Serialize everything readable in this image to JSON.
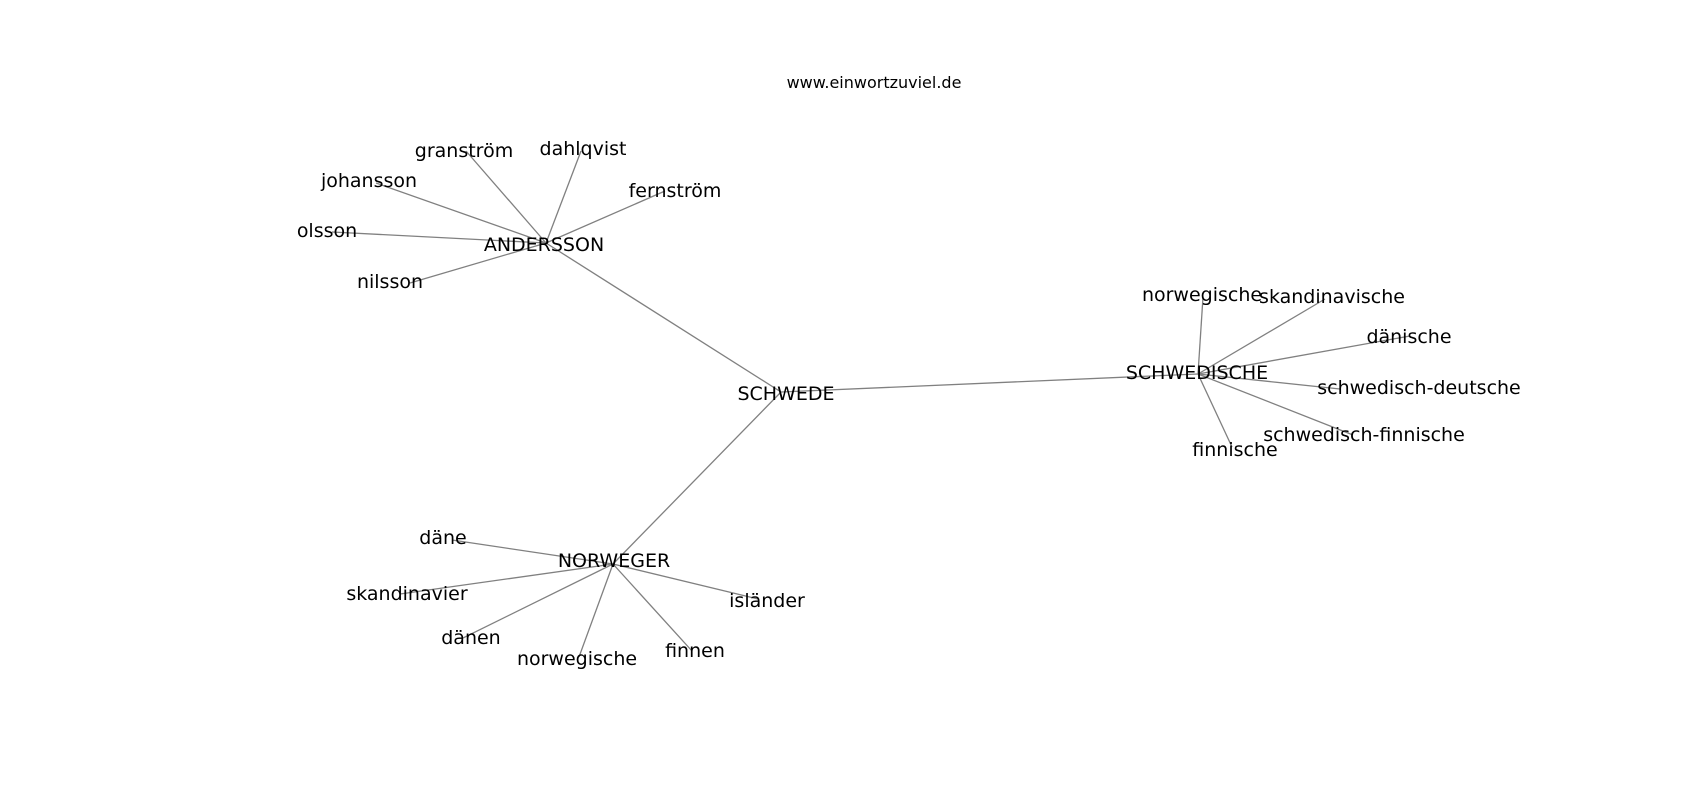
{
  "caption": "www.einwortzuviel.de",
  "colors": {
    "background": "#ffffff",
    "edge": "#808080",
    "text": "#000000"
  },
  "graph": {
    "center": "SCHWEDE",
    "hubs": [
      {
        "label": "ANDERSSON",
        "neighbors": [
          "granström",
          "dahlqvist",
          "johansson",
          "fernström",
          "olsson",
          "nilsson"
        ]
      },
      {
        "label": "SCHWEDISCHE",
        "neighbors": [
          "norwegische",
          "skandinavische",
          "dänische",
          "schwedisch-deutsche",
          "schwedisch-finnische",
          "finnische"
        ]
      },
      {
        "label": "NORWEGER",
        "neighbors": [
          "däne",
          "skandinavier",
          "dänen",
          "norwegische",
          "finnen",
          "isländer"
        ]
      }
    ]
  }
}
